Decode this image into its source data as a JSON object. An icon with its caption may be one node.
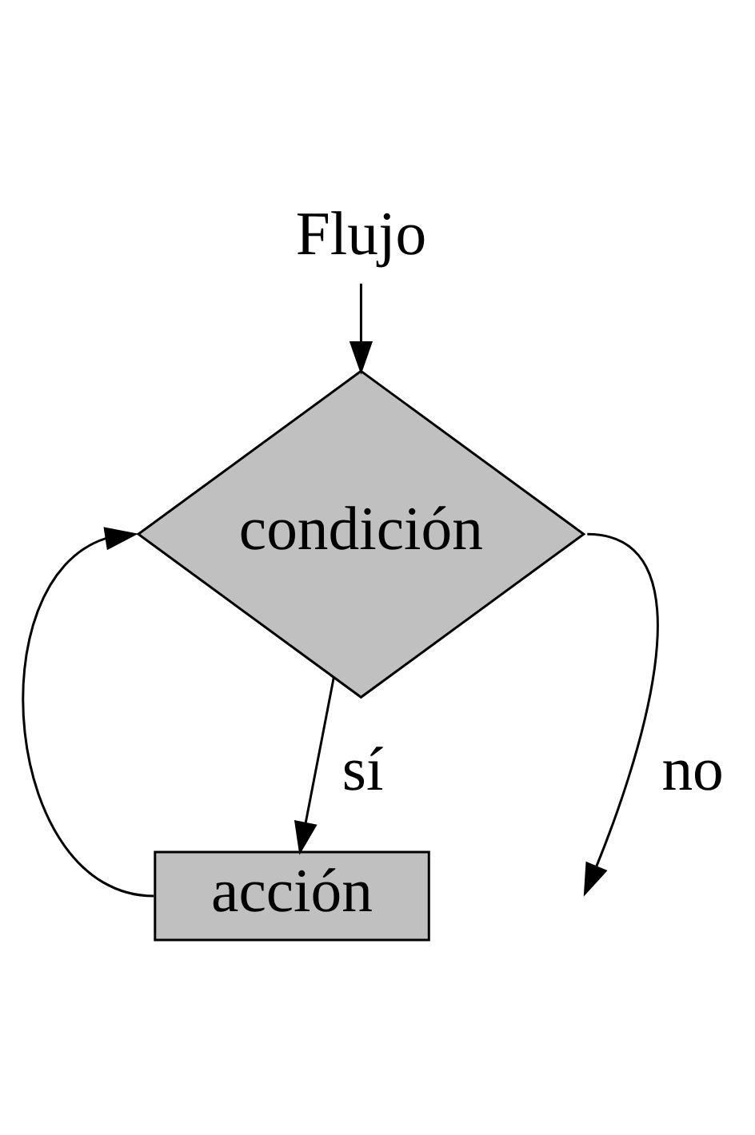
{
  "diagram": {
    "nodes": [
      {
        "text": [
          "Flujo"
        ]
      },
      {
        "text": [
          "condición"
        ]
      },
      {
        "text": [
          "acción"
        ]
      }
    ],
    "edges": [
      {
        "from": 0,
        "to": 1,
        "arrow": "to"
      },
      {
        "from": 1,
        "to": 2,
        "label": "sí",
        "arrow": "to"
      },
      {
        "from": 2,
        "to": 1,
        "arrow": "to"
      },
      {
        "from": 1,
        "to": null,
        "label": "no",
        "arrow": "to"
      }
    ]
  }
}
